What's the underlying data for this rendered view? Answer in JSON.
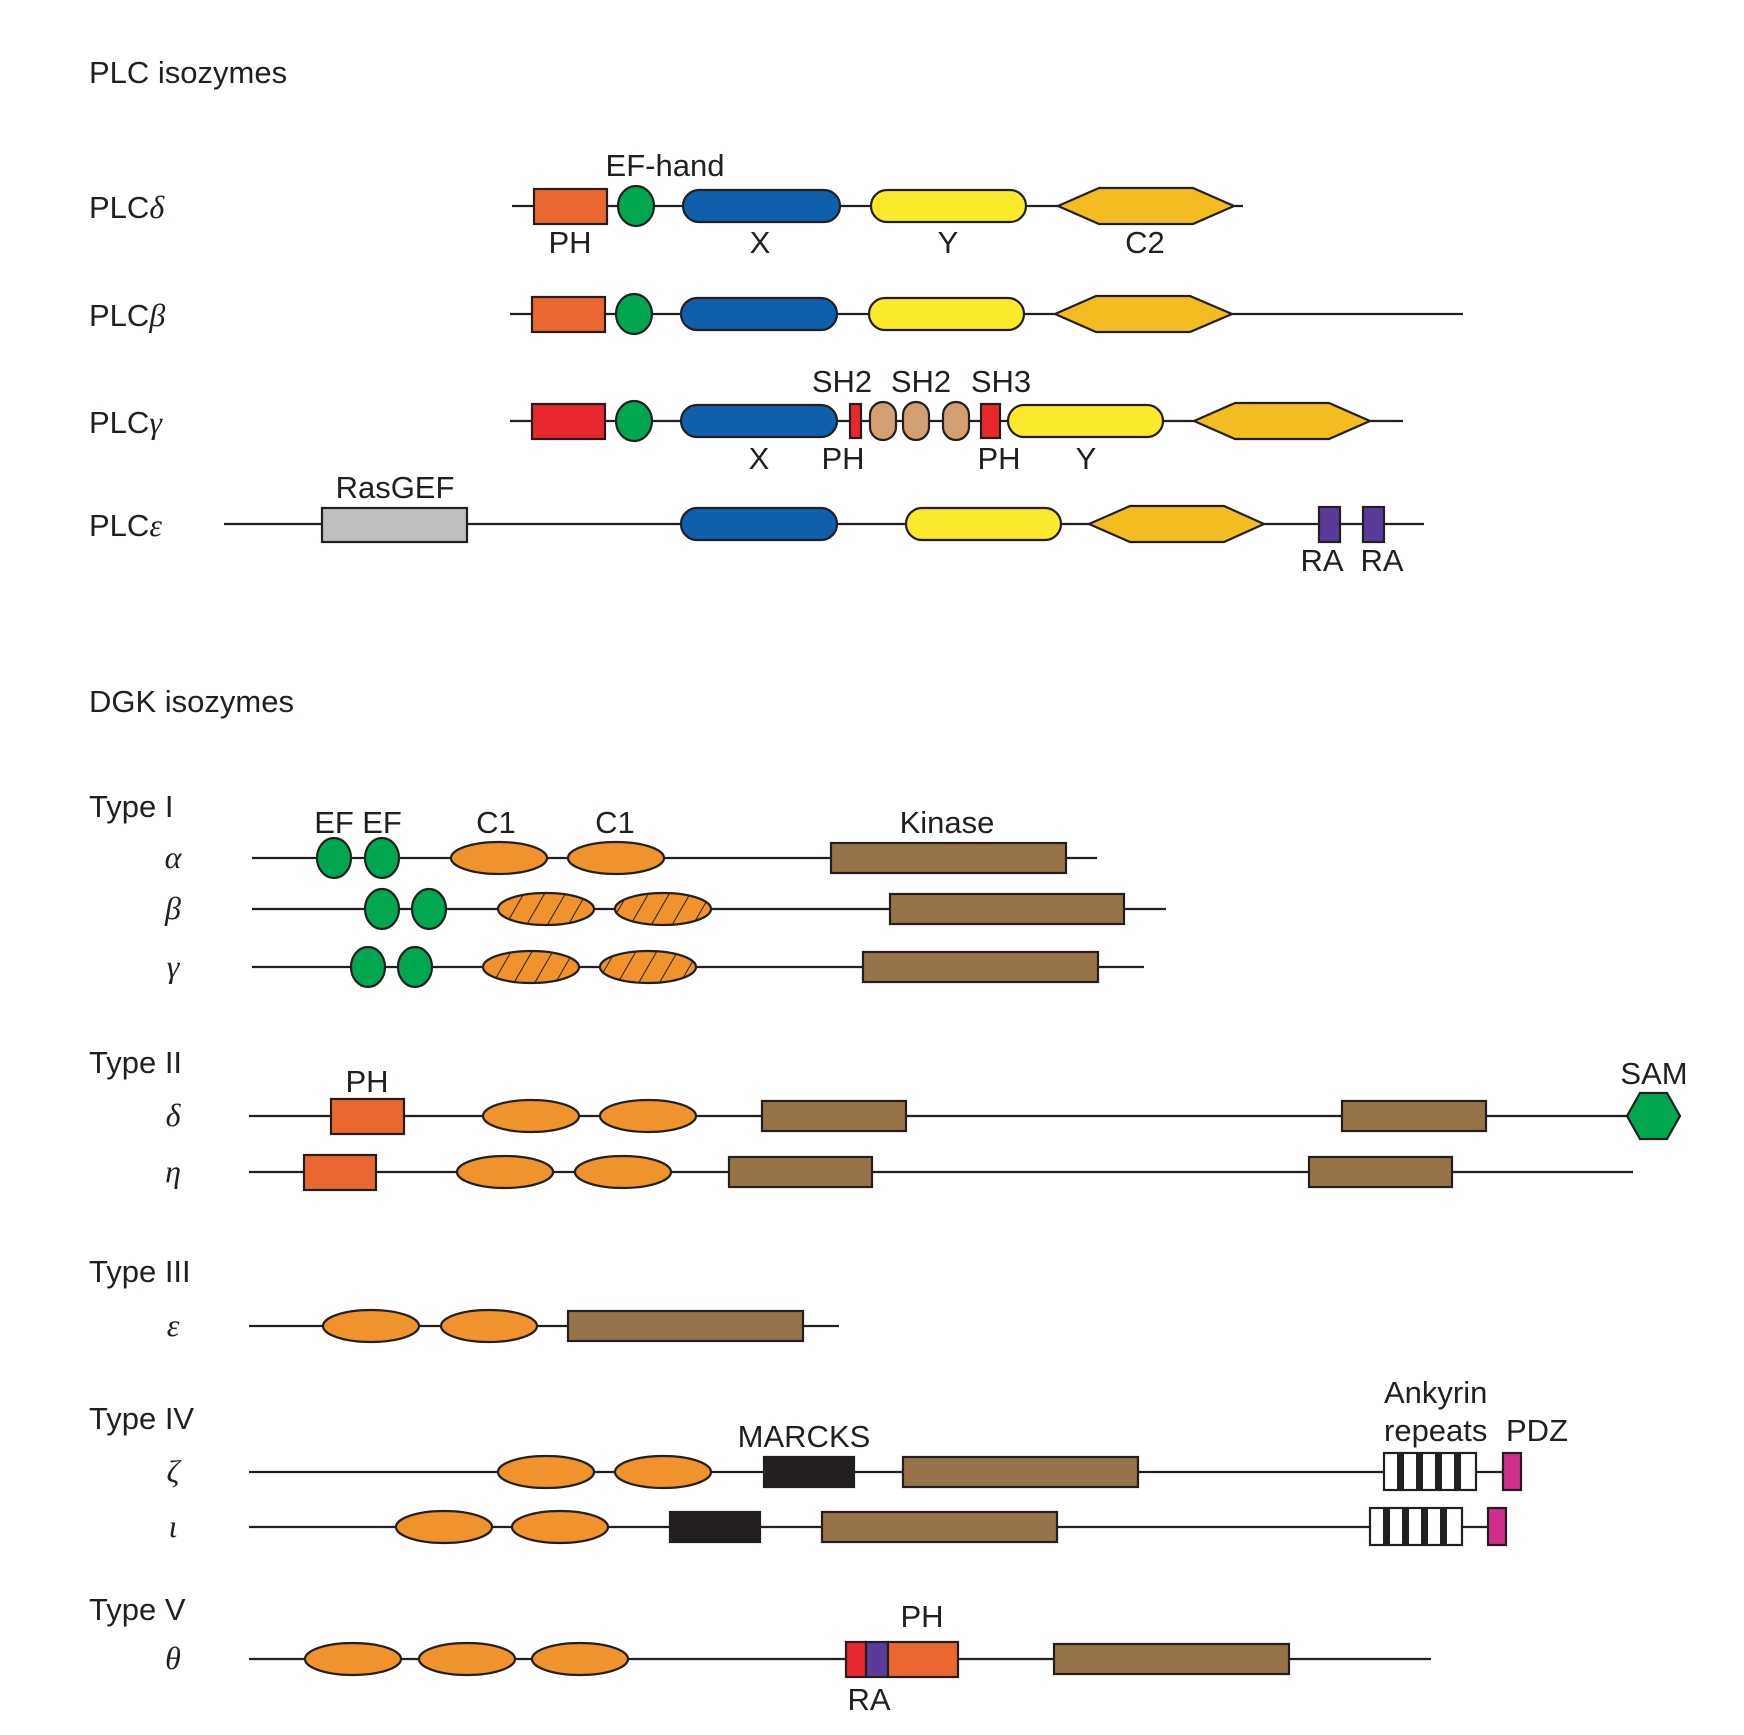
{
  "colors": {
    "ph": "#ea6731",
    "ph_red": "#e8282e",
    "ef": "#00a650",
    "x": "#0f5fad",
    "y": "#fbe92c",
    "c2": "#f3bd22",
    "sh2": "#d3a074",
    "rasgef": "#bfbfbf",
    "ra": "#5b3b9a",
    "c1": "#f0932c",
    "kinase": "#967348",
    "sam": "#00a650",
    "marcks": "#231f20",
    "pdz": "#d02d8e",
    "line": "#231f20"
  },
  "plc": {
    "title": "PLC isozymes",
    "rows": {
      "delta": {
        "name": "PLC",
        "greek": "δ"
      },
      "beta": {
        "name": "PLC",
        "greek": "β"
      },
      "gamma": {
        "name": "PLC",
        "greek": "γ"
      },
      "epsilon": {
        "name": "PLC",
        "greek": "ε"
      }
    },
    "labels": {
      "ef_hand": "EF-hand",
      "ph": "PH",
      "x": "X",
      "y": "Y",
      "c2": "C2",
      "sh2_a": "SH2",
      "sh2_b": "SH2",
      "sh3": "SH3",
      "gamma_x": "X",
      "gamma_ph_a": "PH",
      "gamma_ph_b": "PH",
      "gamma_y": "Y",
      "rasgef": "RasGEF",
      "ra_a": "RA",
      "ra_b": "RA"
    }
  },
  "dgk": {
    "title": "DGK isozymes",
    "types": {
      "type1": "Type I",
      "type2": "Type II",
      "type3": "Type III",
      "type4": "Type IV",
      "type5": "Type V"
    },
    "greek": {
      "alpha": "α",
      "beta": "β",
      "gamma": "γ",
      "delta": "δ",
      "eta": "η",
      "epsilon": "ε",
      "zeta": "ζ",
      "iota": "ι",
      "theta": "θ"
    },
    "labels": {
      "ef_a": "EF",
      "ef_b": "EF",
      "c1_a": "C1",
      "c1_b": "C1",
      "kinase": "Kinase",
      "ph_type2": "PH",
      "sam": "SAM",
      "marcks": "MARCKS",
      "ankyrin_line1": "Ankyrin",
      "ankyrin_line2": "repeats",
      "pdz": "PDZ",
      "ph_type5": "PH",
      "ra_type5": "RA"
    }
  }
}
